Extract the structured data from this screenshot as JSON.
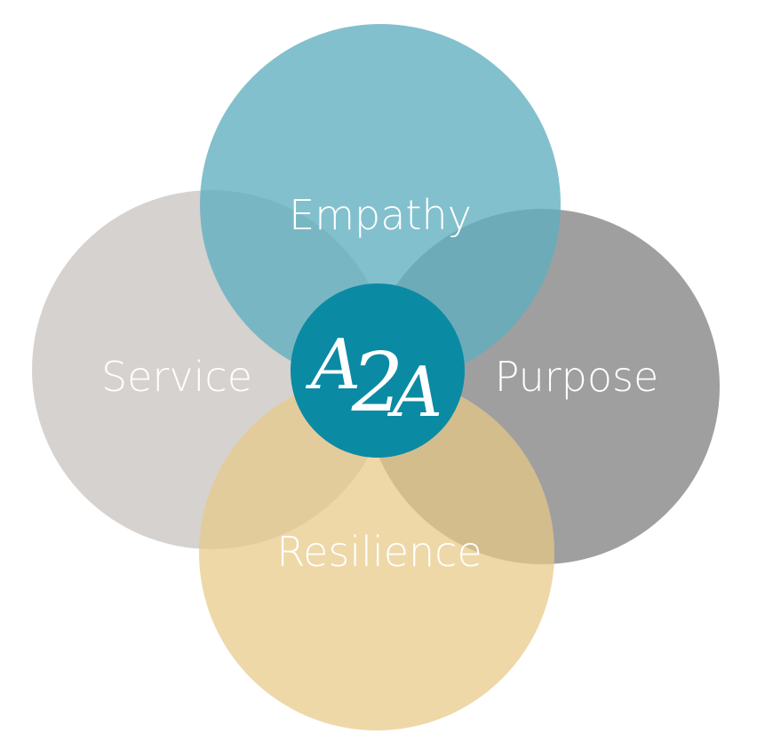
{
  "diagram": {
    "circles": [
      {
        "key": "service",
        "label": "Service",
        "color": "#d3cecb"
      },
      {
        "key": "purpose",
        "label": "Purpose",
        "color": "#9c9c9c"
      },
      {
        "key": "resilience",
        "label": "Resilience",
        "color": "#eed7a1"
      },
      {
        "key": "empathy",
        "label": "Empathy",
        "color": "#7fc2d0"
      }
    ],
    "center": {
      "logo_text": "A2A",
      "logo_part_a1": "A",
      "logo_part_2": "2",
      "logo_part_a2": "A",
      "color": "#0b8aa4"
    }
  }
}
